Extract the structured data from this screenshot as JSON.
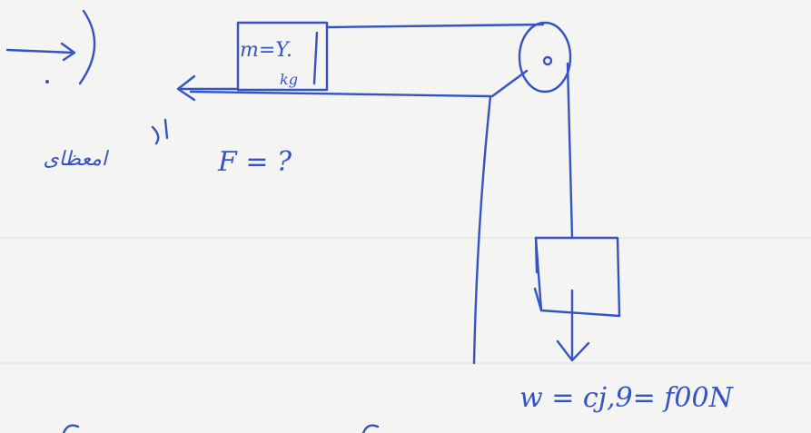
{
  "block": {
    "label_m": "m=Y.",
    "label_unit": "kg"
  },
  "annotation": {
    "force_text": "F = ?",
    "persian_text": "امعظای"
  },
  "weight": {
    "label": "w = cj,9= f00N"
  },
  "colors": {
    "ink": "#3553c4",
    "paper": "#f4f4f2"
  }
}
